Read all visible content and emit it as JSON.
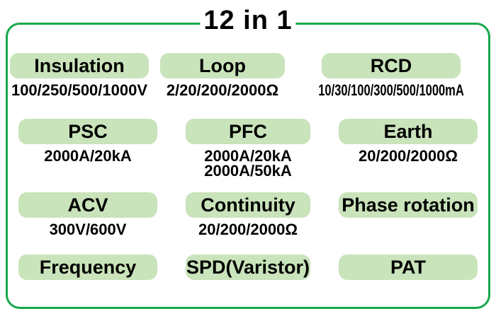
{
  "title": "12 in 1",
  "colors": {
    "frame_border_green": "#17a84b",
    "pill_background_green": "#c9e3ba",
    "text_black": "#000000"
  },
  "functions": [
    {
      "label": "Insulation",
      "lines": [
        "100/250/500/1000V"
      ]
    },
    {
      "label": "Loop",
      "lines": [
        "2/20/200/2000Ω"
      ]
    },
    {
      "label": "RCD",
      "lines": [
        "10/30/100/300/500/1000mA"
      ]
    },
    {
      "label": "PSC",
      "lines": [
        "2000A/20kA"
      ]
    },
    {
      "label": "PFC",
      "lines": [
        "2000A/20kA",
        "2000A/50kA"
      ]
    },
    {
      "label": "Earth",
      "lines": [
        "20/200/2000Ω"
      ]
    },
    {
      "label": "ACV",
      "lines": [
        "300V/600V"
      ]
    },
    {
      "label": "Continuity",
      "lines": [
        "20/200/2000Ω"
      ]
    },
    {
      "label": "Phase rotation",
      "lines": []
    },
    {
      "label": "Frequency",
      "lines": []
    },
    {
      "label": "SPD(Varistor)",
      "lines": []
    },
    {
      "label": "PAT",
      "lines": []
    }
  ]
}
